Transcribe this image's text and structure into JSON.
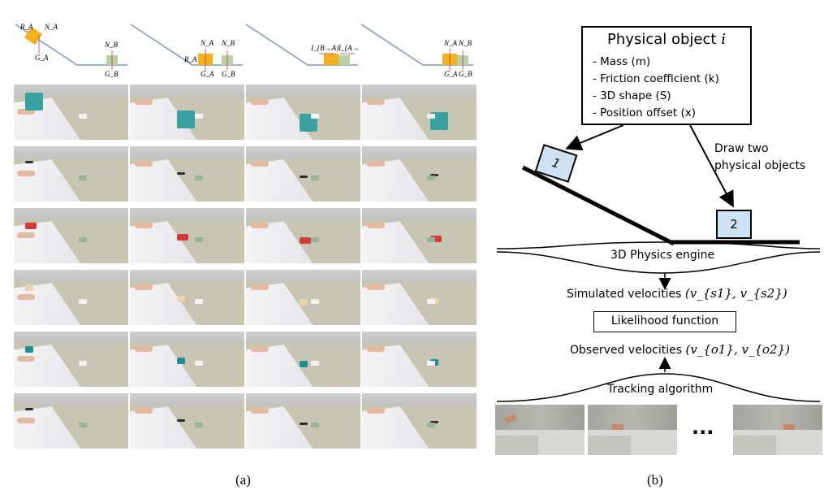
{
  "panel_a": {
    "caption": "(a)",
    "schematics": [
      {
        "labels": [
          "R_A",
          "N_A",
          "G_A",
          "N_B",
          "G_B"
        ]
      },
      {
        "labels": [
          "N_A",
          "N_B",
          "R_A",
          "G_A",
          "G_B"
        ]
      },
      {
        "labels": [
          "I_{B→A}",
          "I_{A→B}"
        ]
      },
      {
        "labels": [
          "N_A",
          "N_B",
          "G_A",
          "G_B"
        ]
      }
    ],
    "rows": [
      {
        "object_color": "#3aa0a0",
        "target_color": "#f2f2f2"
      },
      {
        "object_color": "#2b2b2b",
        "target_color": "#98b592"
      },
      {
        "object_color": "#d23a3a",
        "target_color": "#98b592"
      },
      {
        "object_color": "#e8d2b0",
        "target_color": "#f2f2f2"
      },
      {
        "object_color": "#1f8f95",
        "target_color": "#f2f2f2"
      },
      {
        "object_color": "#2b2b2b",
        "target_color": "#98b592"
      }
    ]
  },
  "panel_b": {
    "caption": "(b)",
    "object_box": {
      "title": "Physical object",
      "title_var": "i",
      "items": [
        "- Mass (m)",
        "- Friction coefficient (k)",
        "- 3D shape (S)",
        "- Position offset (x)"
      ]
    },
    "draw_label_line1": "Draw two",
    "draw_label_line2": "physical objects",
    "cube1_label": "1",
    "cube2_label": "2",
    "engine_label": "3D Physics engine",
    "simulated_label": "Simulated velocities",
    "simulated_math": "(v_{s1}, v_{s2})",
    "likelihood_label": "Likelihood function",
    "observed_label": "Observed velocities",
    "observed_math": "(v_{o1}, v_{o2})",
    "tracking_label": "Tracking algorithm",
    "ellipsis": "..."
  }
}
